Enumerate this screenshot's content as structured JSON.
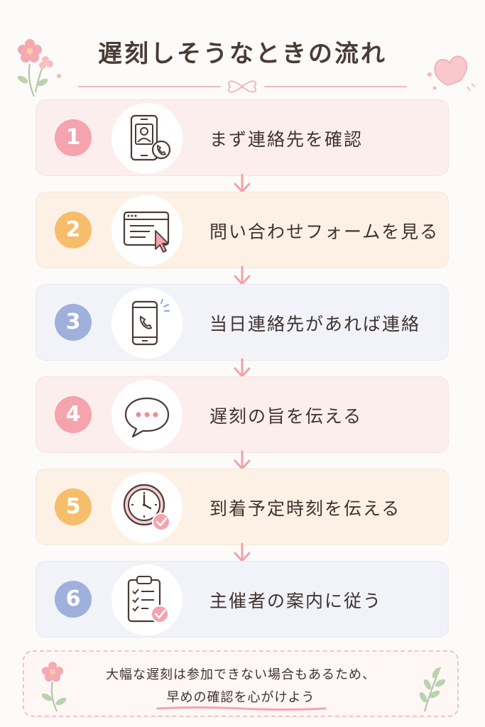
{
  "title": "遅刻しそうなときの流れ",
  "colors": {
    "pink": "#f5a3ad",
    "orange": "#f6bd6b",
    "blue": "#9fb0dc",
    "pink_bg": "#fdeeee",
    "orange_bg": "#fdf1e6",
    "blue_bg": "#f1f3f9",
    "arrow": "#f2a2ac"
  },
  "steps": [
    {
      "number": "1",
      "label": "まず連絡先を確認",
      "icon": "smartphone-contact-icon",
      "theme": "pink"
    },
    {
      "number": "2",
      "label": "問い合わせフォームを見る",
      "icon": "browser-form-icon",
      "theme": "orange"
    },
    {
      "number": "3",
      "label": "当日連絡先があれば連絡",
      "icon": "phone-call-icon",
      "theme": "blue"
    },
    {
      "number": "4",
      "label": "遅刻の旨を伝える",
      "icon": "chat-bubble-icon",
      "theme": "pink"
    },
    {
      "number": "5",
      "label": "到着予定時刻を伝える",
      "icon": "clock-check-icon",
      "theme": "orange"
    },
    {
      "number": "6",
      "label": "主催者の案内に従う",
      "icon": "clipboard-check-icon",
      "theme": "blue"
    }
  ],
  "note": {
    "line1": "大幅な遅刻は参加できない場合もあるため、",
    "line2": "早めの確認を心がけよう"
  }
}
